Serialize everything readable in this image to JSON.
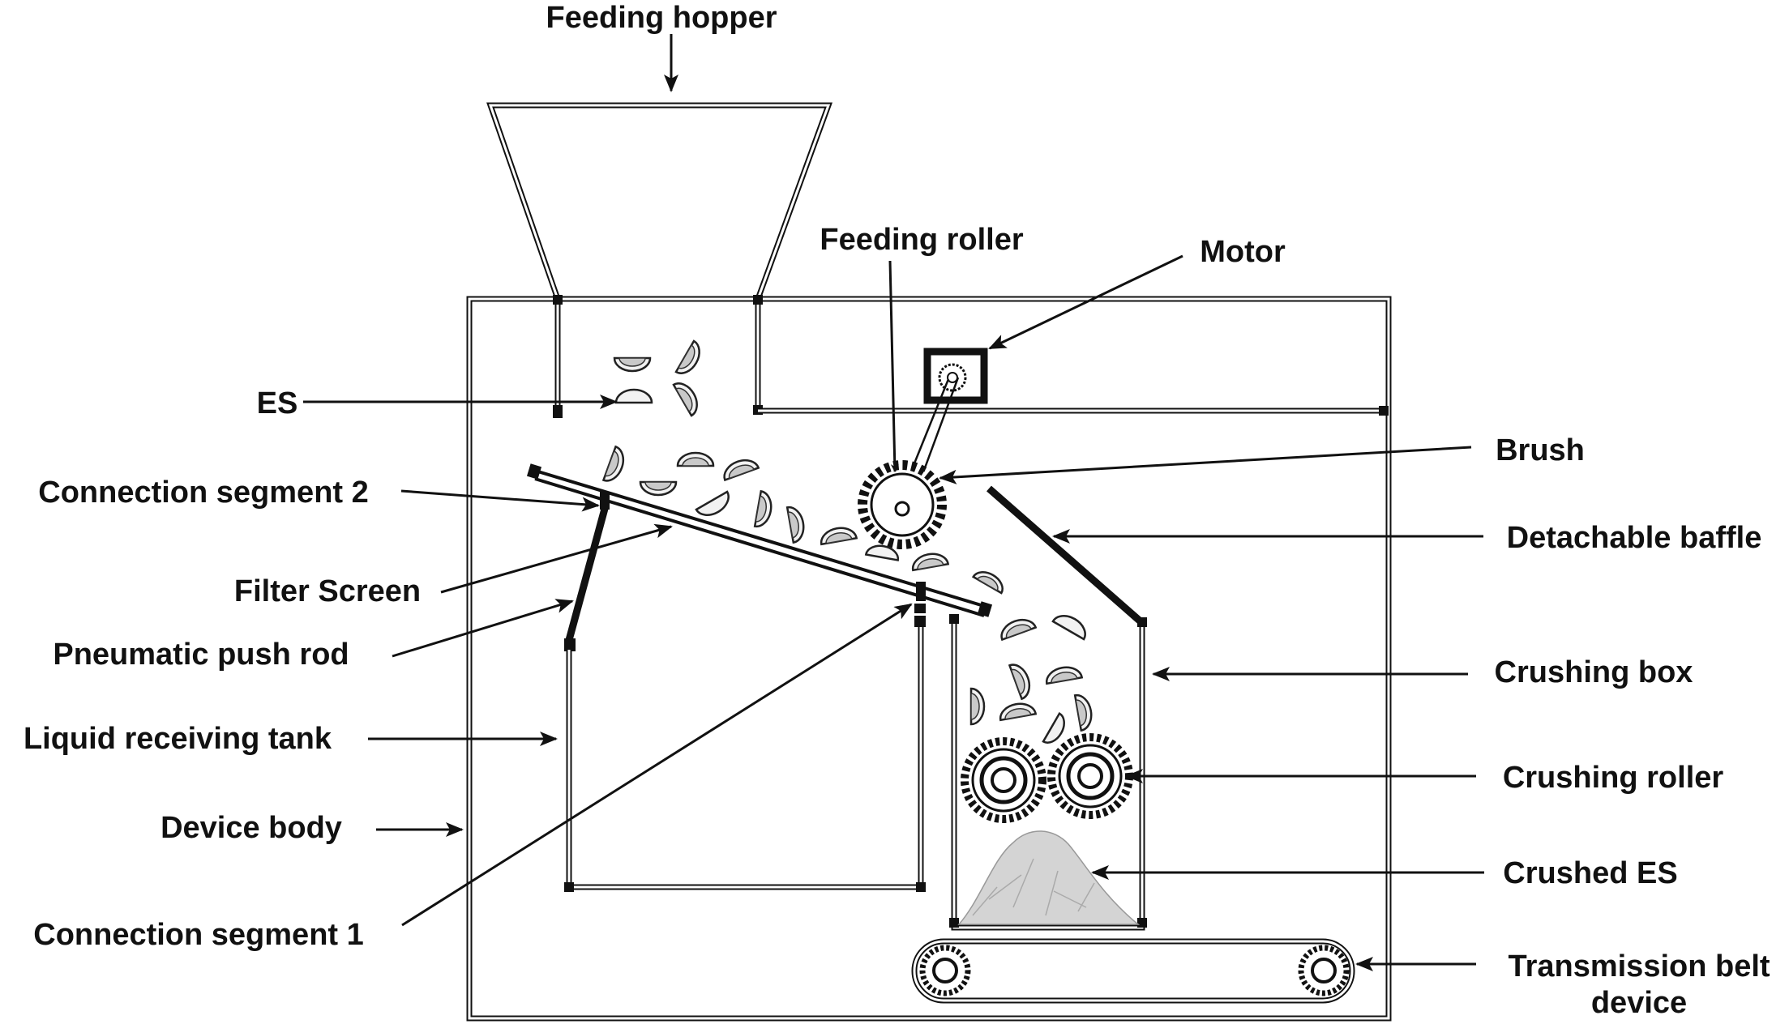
{
  "labels": {
    "feeding_hopper": "Feeding hopper",
    "feeding_roller": "Feeding roller",
    "motor": "Motor",
    "es": "ES",
    "brush": "Brush",
    "connection_segment_2": "Connection segment 2",
    "detachable_baffle": "Detachable baffle",
    "filter_screen": "Filter Screen",
    "pneumatic_push_rod": "Pneumatic push rod",
    "crushing_box": "Crushing box",
    "liquid_receiving_tank": "Liquid receiving tank",
    "crushing_roller": "Crushing roller",
    "device_body": "Device body",
    "crushed_es": "Crushed ES",
    "connection_segment_1": "Connection segment 1",
    "transmission_belt_line1": "Transmission belt",
    "transmission_belt_line2": "device"
  },
  "colors": {
    "line": "#111111",
    "shell_fill": "#f2f2f2",
    "background": "#ffffff"
  }
}
